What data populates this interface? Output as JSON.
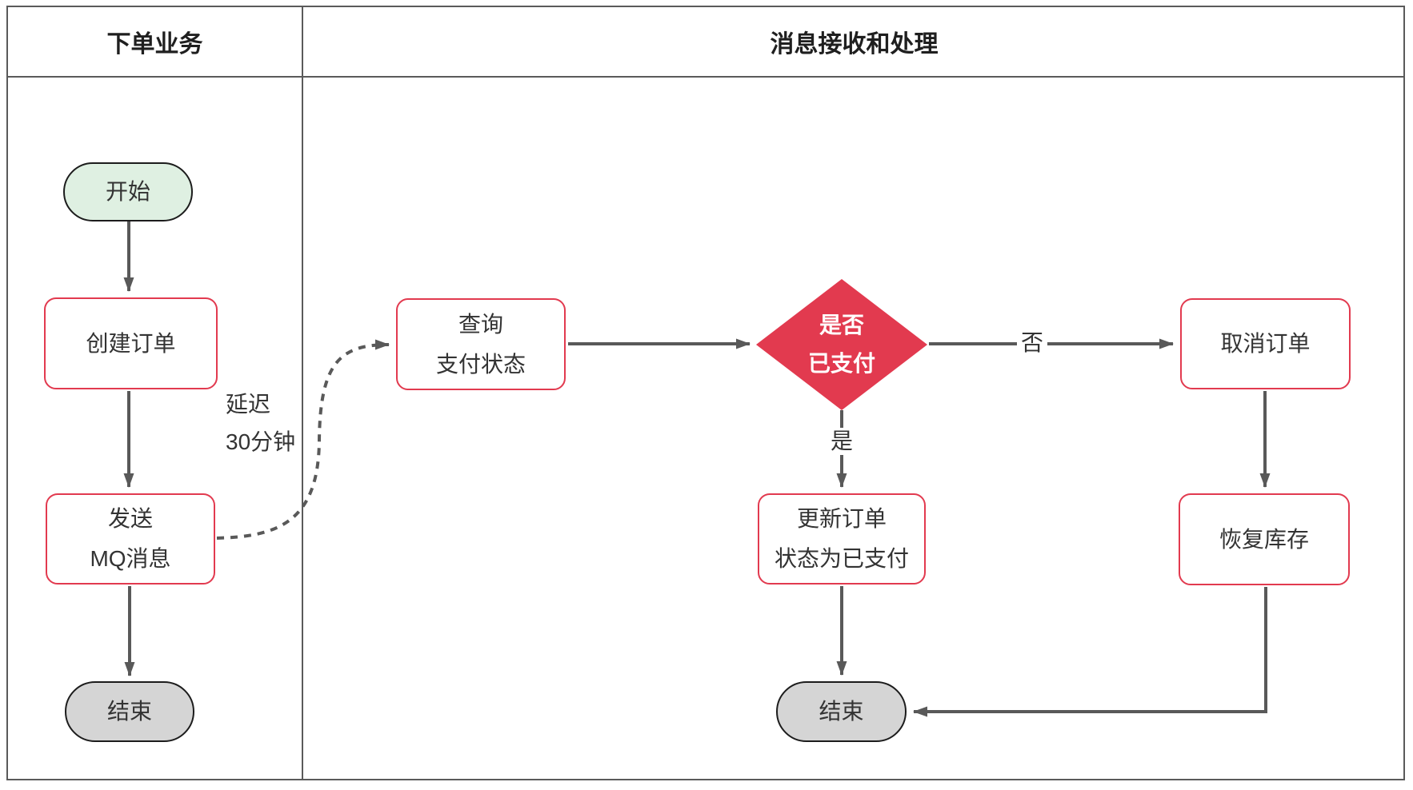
{
  "diagram": {
    "lanes": {
      "left": {
        "label": "下单业务"
      },
      "right": {
        "label": "消息接收和处理"
      }
    },
    "nodes": {
      "start": {
        "label": "开始"
      },
      "create_order": {
        "label": "创建订单"
      },
      "send_mq": {
        "line1": "发送",
        "line2": "MQ消息"
      },
      "end_left": {
        "label": "结束"
      },
      "query_status": {
        "line1": "查询",
        "line2": "支付状态"
      },
      "is_paid": {
        "line1": "是否",
        "line2": "已支付"
      },
      "cancel_order": {
        "label": "取消订单"
      },
      "update_order": {
        "line1": "更新订单",
        "line2": "状态为已支付"
      },
      "restore_stock": {
        "label": "恢复库存"
      },
      "end_right": {
        "label": "结束"
      }
    },
    "edge_labels": {
      "delay_line1": "延迟",
      "delay_line2": "30分钟",
      "yes": "是",
      "no": "否"
    },
    "colors": {
      "accent_red": "#e23a4f",
      "start_fill": "#dff0e2",
      "end_fill": "#d5d5d5",
      "arrow_gray": "#595959",
      "frame_gray": "#5a5a5a",
      "text": "#333333"
    }
  }
}
